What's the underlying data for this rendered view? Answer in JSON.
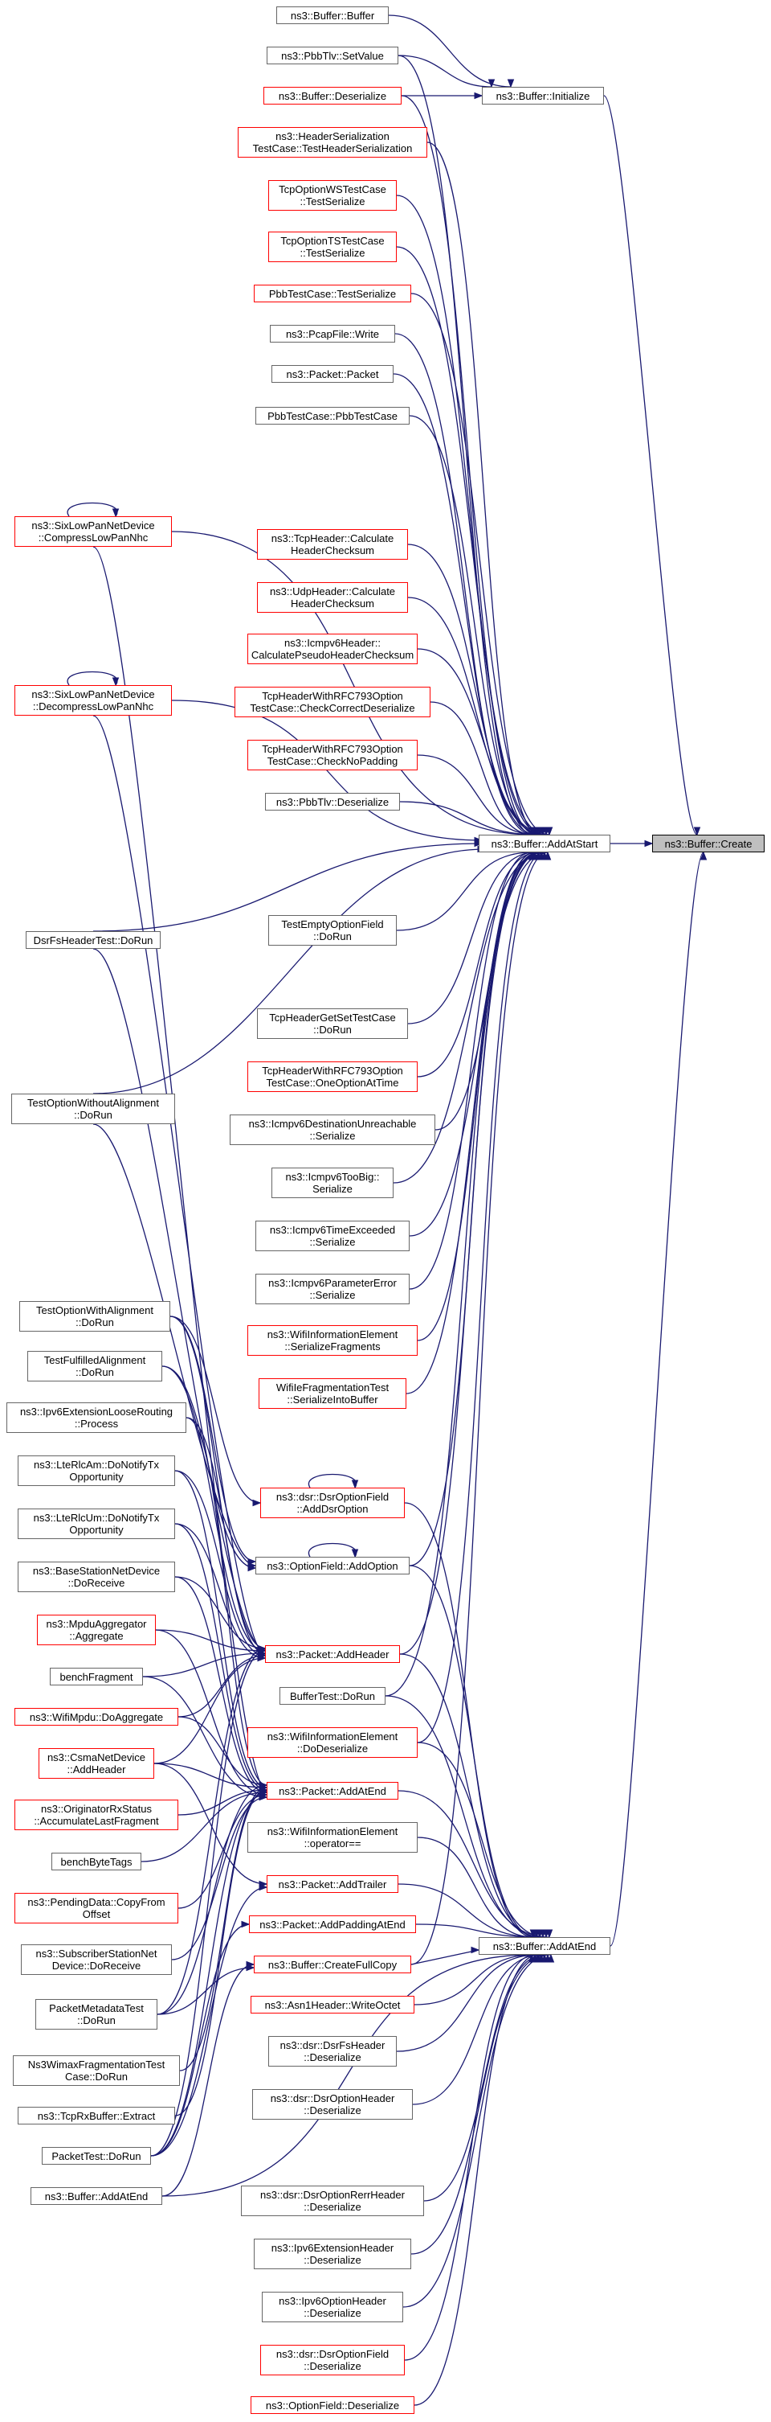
{
  "diagram": {
    "title": "",
    "colors": {
      "edge": "#191970",
      "node_border": "#666666",
      "node_border_incomplete": "#ff0000",
      "current_fill": "#bfbfbf"
    },
    "nodes": {
      "create": "ns3::Buffer::Create",
      "add_at_start": "ns3::Buffer::AddAtStart",
      "add_at_end": "ns3::Buffer::AddAtEnd",
      "initialize": "ns3::Buffer::Initialize",
      "buffer_buffer": "ns3::Buffer::Buffer",
      "pbbtlv_setvalue": "ns3::PbbTlv::SetValue",
      "buffer_deserialize": "ns3::Buffer::Deserialize",
      "header_serialization_test": "ns3::HeaderSerialization\nTestCase::TestHeaderSerialization",
      "tcp_option_ws_test": "TcpOptionWSTestCase\n::TestSerialize",
      "tcp_option_ts_test": "TcpOptionTSTestCase\n::TestSerialize",
      "pbb_test_serialize": "PbbTestCase::TestSerialize",
      "pcapfile_write": "ns3::PcapFile::Write",
      "packet_packet": "ns3::Packet::Packet",
      "pbb_test_ctor": "PbbTestCase::PbbTestCase",
      "sixlowpan_compress": "ns3::SixLowPanNetDevice\n::CompressLowPanNhc",
      "tcpheader_checksum": "ns3::TcpHeader::Calculate\nHeaderChecksum",
      "udpheader_checksum": "ns3::UdpHeader::Calculate\nHeaderChecksum",
      "icmpv6_pseudo_checksum": "ns3::Icmpv6Header::\nCalculatePseudoHeaderChecksum",
      "sixlowpan_decompress": "ns3::SixLowPanNetDevice\n::DecompressLowPanNhc",
      "rfc793_check_correct": "TcpHeaderWithRFC793Option\nTestCase::CheckCorrectDeserialize",
      "rfc793_check_nopadding": "TcpHeaderWithRFC793Option\nTestCase::CheckNoPadding",
      "pbbtlv_deserialize": "ns3::PbbTlv::Deserialize",
      "test_empty_option": "TestEmptyOptionField\n::DoRun",
      "dsrfs_header_test": "DsrFsHeaderTest::DoRun",
      "tcpheader_getset_test": "TcpHeaderGetSetTestCase\n::DoRun",
      "rfc793_one_option": "TcpHeaderWithRFC793Option\nTestCase::OneOptionAtTime",
      "test_option_without_alignment": "TestOptionWithoutAlignment\n::DoRun",
      "icmpv6_dest_unreach": "ns3::Icmpv6DestinationUnreachable\n::Serialize",
      "icmpv6_toobig": "ns3::Icmpv6TooBig::\nSerialize",
      "icmpv6_time_exceeded": "ns3::Icmpv6TimeExceeded\n::Serialize",
      "icmpv6_param_error": "ns3::Icmpv6ParameterError\n::Serialize",
      "test_option_with_alignment": "TestOptionWithAlignment\n::DoRun",
      "wifi_info_serialize_fragments": "ns3::WifiInformationElement\n::SerializeFragments",
      "test_fulfilled_alignment": "TestFulfilledAlignment\n::DoRun",
      "wifie_fragmentation_test": "WifiIeFragmentationTest\n::SerializeIntoBuffer",
      "ipv6_ext_loose_routing": "ns3::Ipv6ExtensionLooseRouting\n::Process",
      "ltercl_am_notify": "ns3::LteRlcAm::DoNotifyTx\nOpportunity",
      "dsr_option_field_add": "ns3::dsr::DsrOptionField\n::AddDsrOption",
      "ltercl_um_notify": "ns3::LteRlcUm::DoNotifyTx\nOpportunity",
      "option_field_add": "ns3::OptionField::AddOption",
      "base_station_receive": "ns3::BaseStationNetDevice\n::DoReceive",
      "mpdu_aggregate": "ns3::MpduAggregator\n::Aggregate",
      "packet_add_header": "ns3::Packet::AddHeader",
      "bench_fragment": "benchFragment",
      "wifi_mpdu_aggregate": "ns3::WifiMpdu::DoAggregate",
      "buffer_test_dorun": "BufferTest::DoRun",
      "csma_add_header": "ns3::CsmaNetDevice\n::AddHeader",
      "wifi_info_do_deserialize": "ns3::WifiInformationElement\n::DoDeserialize",
      "originator_rx_status": "ns3::OriginatorRxStatus\n::AccumulateLastFragment",
      "packet_add_at_end": "ns3::Packet::AddAtEnd",
      "bench_byte_tags": "benchByteTags",
      "wifi_info_equals": "ns3::WifiInformationElement\n::operator==",
      "pending_data_copy": "ns3::PendingData::CopyFrom\nOffset",
      "packet_add_trailer": "ns3::Packet::AddTrailer",
      "subscriber_station_receive": "ns3::SubscriberStationNet\nDevice::DoReceive",
      "packet_add_padding": "ns3::Packet::AddPaddingAtEnd",
      "packet_metadata_test": "PacketMetadataTest\n::DoRun",
      "buffer_create_full_copy": "ns3::Buffer::CreateFullCopy",
      "asn1_write_octet": "ns3::Asn1Header::WriteOctet",
      "wimax_fragmentation_test": "Ns3WimaxFragmentationTest\nCase::DoRun",
      "dsrfs_header_deserialize": "ns3::dsr::DsrFsHeader\n::Deserialize",
      "tcp_rx_buffer_extract": "ns3::TcpRxBuffer::Extract",
      "dsr_option_header_deserialize": "ns3::dsr::DsrOptionHeader\n::Deserialize",
      "packet_test_dorun": "PacketTest::DoRun",
      "buffer_add_at_end_small": "ns3::Buffer::AddAtEnd",
      "dsr_option_rerr_deserialize": "ns3::dsr::DsrOptionRerrHeader\n::Deserialize",
      "ipv6_ext_header_deserialize": "ns3::Ipv6ExtensionHeader\n::Deserialize",
      "ipv6_option_header_deserialize": "ns3::Ipv6OptionHeader\n::Deserialize",
      "dsr_option_field_deserialize": "ns3::dsr::DsrOptionField\n::Deserialize",
      "option_field_deserialize": "ns3::OptionField::Deserialize"
    }
  }
}
